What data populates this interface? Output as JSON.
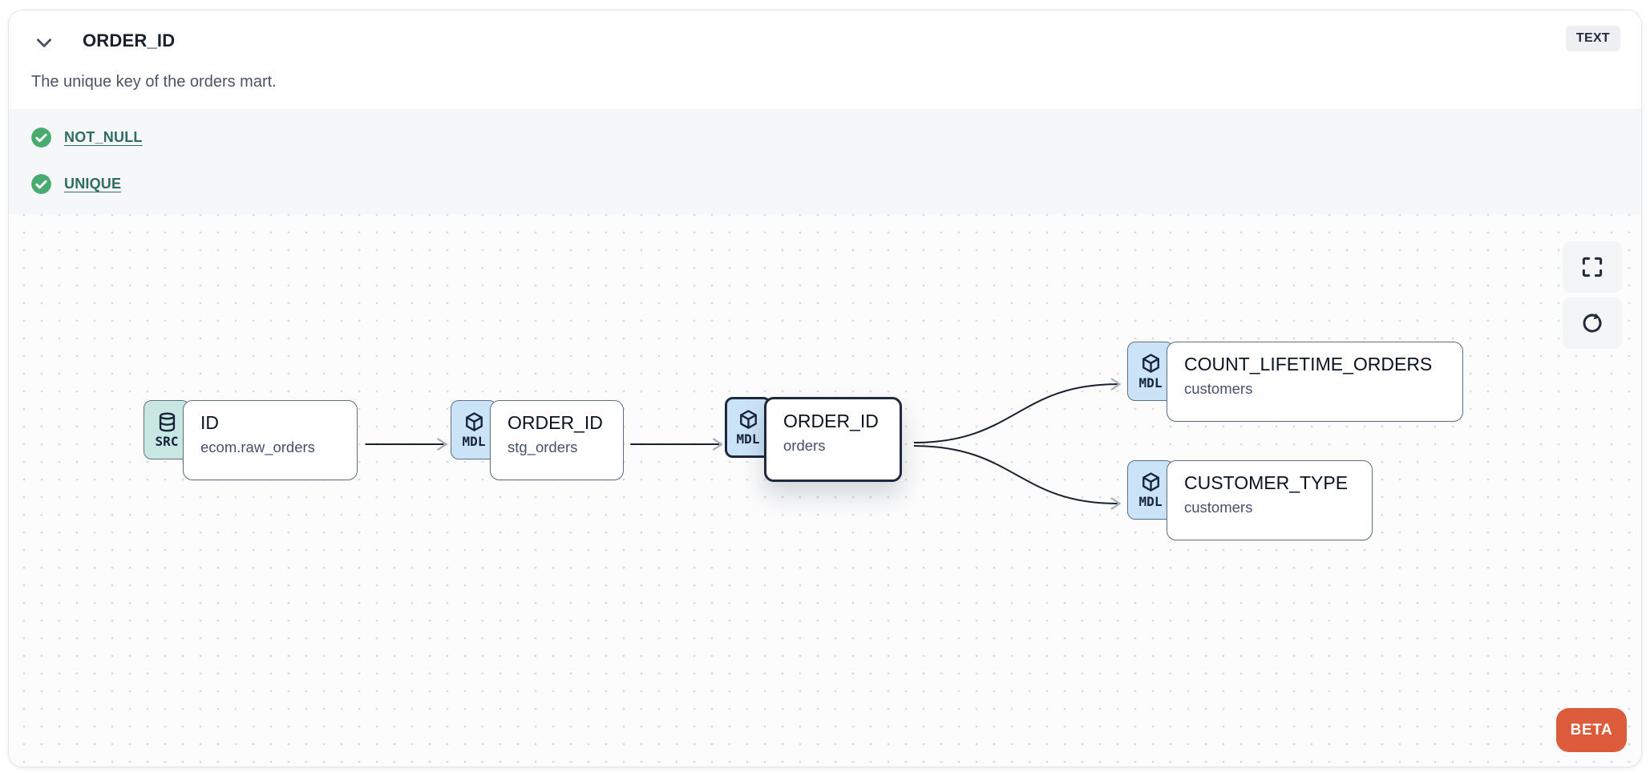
{
  "header": {
    "title": "ORDER_ID",
    "description": "The unique key of the orders mart.",
    "type_badge": "TEXT",
    "collapse_icon": "chevron-down"
  },
  "tests": {
    "items": [
      {
        "icon": "check-circle",
        "status": "pass",
        "label": "NOT_NULL"
      },
      {
        "icon": "check-circle",
        "status": "pass",
        "label": "UNIQUE"
      }
    ]
  },
  "lineage": {
    "nodes": [
      {
        "type": "source",
        "icon": "database",
        "badge": "SRC",
        "title": "ID",
        "subtitle": "ecom.raw_orders",
        "selected": false
      },
      {
        "type": "model",
        "icon": "cube",
        "badge": "MDL",
        "title": "ORDER_ID",
        "subtitle": "stg_orders",
        "selected": false
      },
      {
        "type": "model",
        "icon": "cube",
        "badge": "MDL",
        "title": "ORDER_ID",
        "subtitle": "orders",
        "selected": true
      },
      {
        "type": "model",
        "icon": "cube",
        "badge": "MDL",
        "title": "COUNT_LIFETIME_ORDERS",
        "subtitle": "customers",
        "selected": false
      },
      {
        "type": "model",
        "icon": "cube",
        "badge": "MDL",
        "title": "CUSTOMER_TYPE",
        "subtitle": "customers",
        "selected": false
      }
    ],
    "edges": [
      {
        "from": "ID (ecom.raw_orders)",
        "to": "ORDER_ID (stg_orders)"
      },
      {
        "from": "ORDER_ID (stg_orders)",
        "to": "ORDER_ID (orders)"
      },
      {
        "from": "ORDER_ID (orders)",
        "to": "COUNT_LIFETIME_ORDERS (customers)"
      },
      {
        "from": "ORDER_ID (orders)",
        "to": "CUSTOMER_TYPE (customers)"
      }
    ],
    "controls": [
      {
        "icon": "fullscreen"
      },
      {
        "icon": "refresh"
      }
    ],
    "beta_label": "BETA"
  },
  "colors": {
    "beta_orange": "#dc5b3b",
    "check_green": "#4aab70",
    "test_link_teal": "#2e6b63",
    "mdl_badge_blue": "#cbe3f7",
    "src_badge_teal": "#c8e7e2",
    "selected_border": "#1e293b",
    "node_border": "#5d6f81",
    "edge_line": "#1a202c",
    "edge_arrow": "#a3adb8",
    "tests_background": "#f6f7f9",
    "canvas_background": "#fcfcfd",
    "type_badge_background": "#edeff3"
  }
}
